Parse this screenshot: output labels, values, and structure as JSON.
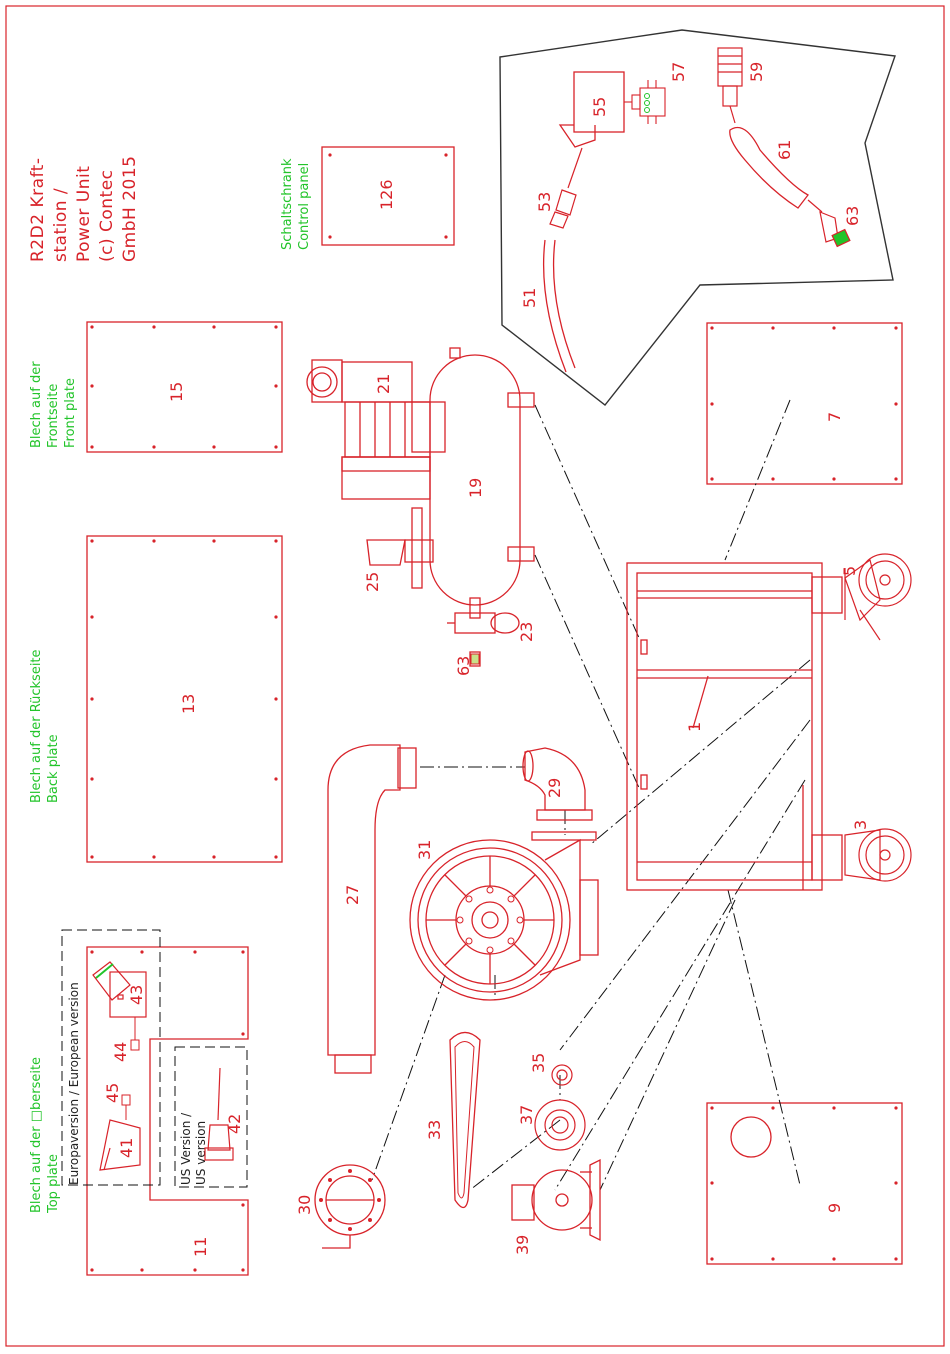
{
  "colors": {
    "line": "#d8232a",
    "note": "#22c42a",
    "ink": "#222222",
    "dash": "#111111"
  },
  "title_block": {
    "lines": [
      "R2D2 Kraft-",
      "station /",
      "Power Unit",
      "(c) Contec",
      "GmbH 2015"
    ]
  },
  "notes": {
    "control_panel": [
      "Schaltschrank",
      "Control panel"
    ],
    "front_plate": [
      "Blech auf der",
      "Frontseite",
      "Front plate"
    ],
    "back_plate": [
      "Blech auf der Rückseite",
      "Back plate"
    ],
    "top_plate": [
      "Blech auf der □berseite",
      "Top plate"
    ],
    "euro_version": "Europaversion / European version",
    "us_version": [
      "US Version /",
      "US version"
    ]
  },
  "parts": {
    "p1": "1",
    "p3": "3",
    "p5": "5",
    "p7": "7",
    "p9": "9",
    "p11": "11",
    "p13": "13",
    "p15": "15",
    "p19": "19",
    "p21": "21",
    "p23": "23",
    "p25": "25",
    "p27": "27",
    "p29": "29",
    "p30": "30",
    "p31": "31",
    "p33": "33",
    "p35": "35",
    "p37": "37",
    "p39": "39",
    "p41": "41",
    "p42": "42",
    "p43": "43",
    "p44": "44",
    "p45": "45",
    "p51": "51",
    "p53": "53",
    "p55": "55",
    "p57": "57",
    "p59": "59",
    "p61": "61",
    "p63a": "63",
    "p63b": "63",
    "p126": "126"
  }
}
